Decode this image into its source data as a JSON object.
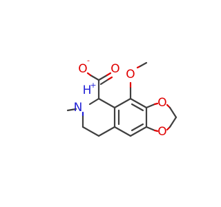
{
  "molecule": {
    "atoms": {
      "carboxylate_o_single": "O",
      "carboxylate_o_single_charge": "-",
      "carboxylate_o_double": "O",
      "methoxy_o": "O",
      "dioxole_o_top": "O",
      "dioxole_o_bottom": "O",
      "nitrogen": "N",
      "nitrogen_h": "H",
      "nitrogen_charge": "+"
    },
    "colors": {
      "carbon_bond": "#3f3f3f",
      "oxygen": "#e00000",
      "nitrogen": "#1f1fd6",
      "background": "#ffffff"
    }
  }
}
